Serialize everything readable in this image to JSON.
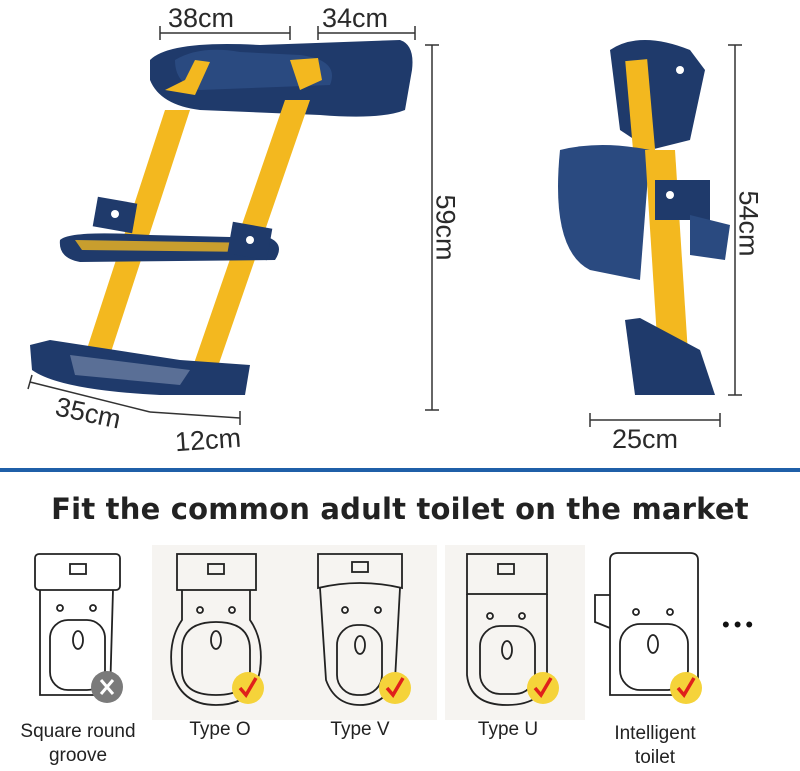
{
  "dimensions": {
    "ladder_width": "38cm",
    "seat_depth": "34cm",
    "ladder_height": "59cm",
    "base_width": "35cm",
    "base_depth": "12cm",
    "folded_height": "54cm",
    "folded_depth": "25cm"
  },
  "colors": {
    "accent_blue": "#1f5fa8",
    "product_navy": "#1f3a6b",
    "product_yellow": "#f3b81f",
    "check_yellow": "#f5d33a",
    "check_red": "#e0201b",
    "cross_gray": "#7a7a7a"
  },
  "title": "Fit the common adult toilet on the market",
  "toilets": [
    {
      "label_line1": "Square round",
      "label_line2": "groove",
      "status": "cross-icon"
    },
    {
      "label_line1": "Type O",
      "label_line2": "",
      "status": "check-icon"
    },
    {
      "label_line1": "Type V",
      "label_line2": "",
      "status": "check-icon"
    },
    {
      "label_line1": "Type U",
      "label_line2": "",
      "status": "check-icon"
    },
    {
      "label_line1": "Intelligent",
      "label_line2": "toilet",
      "status": "check-icon"
    }
  ],
  "more_indicator": "•••"
}
